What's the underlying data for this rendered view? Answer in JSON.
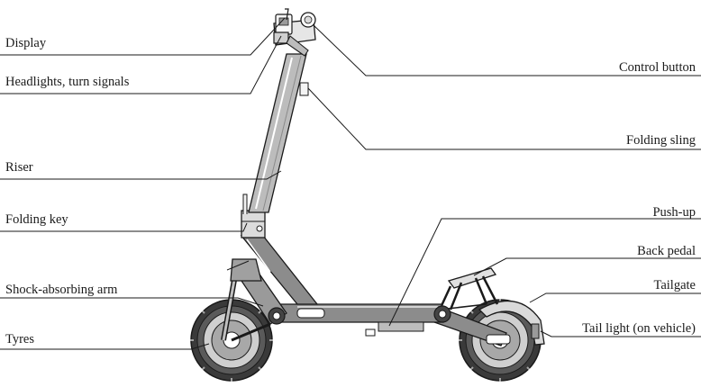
{
  "labels": {
    "display": "Display",
    "headlights": "Headlights, turn signals",
    "riser": "Riser",
    "folding_key": "Folding key",
    "shock_arm": "Shock-absorbing arm",
    "tyres": "Tyres",
    "control_button": "Control button",
    "folding_sling": "Folding sling",
    "push_up": "Push-up",
    "back_pedal": "Back pedal",
    "tailgate": "Tailgate",
    "tail_light": "Tail light (on vehicle)"
  },
  "colors": {
    "line": "#1a1a1a",
    "body_gray": "#8c8c8c",
    "light_gray": "#d4d4d4",
    "tyre": "#3a3a3a"
  }
}
